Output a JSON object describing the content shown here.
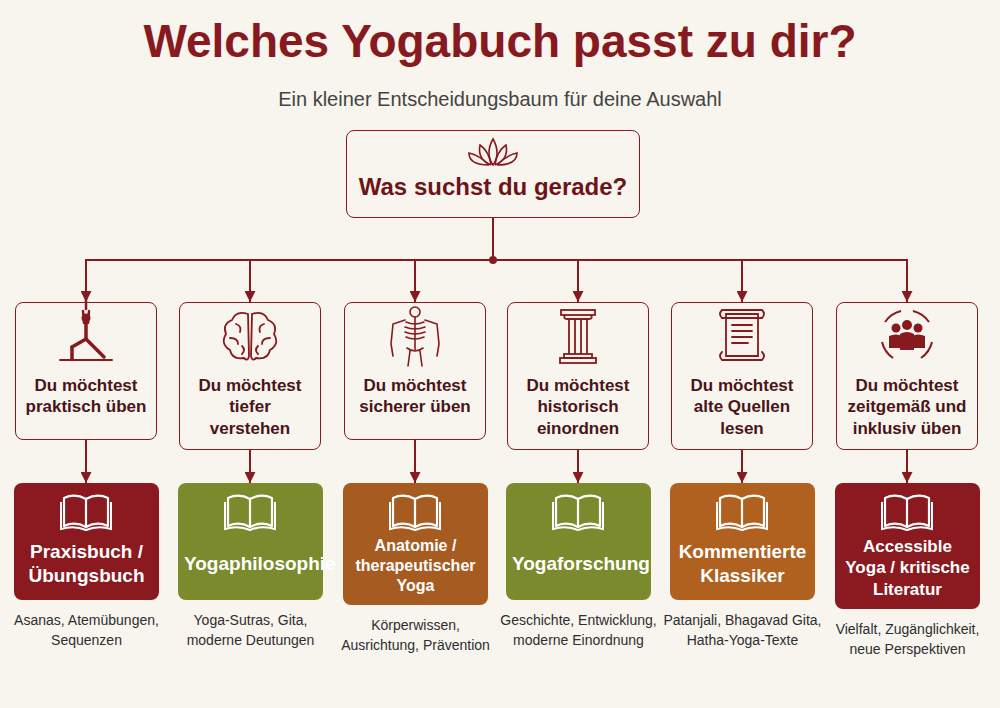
{
  "diagram": {
    "title": "Welches Yogabuch passt zu dir?",
    "nodes": [
      {
        "text": [
          "Was suchst du gerade?"
        ]
      },
      {
        "text": [
          "Du möchtest praktisch üben"
        ]
      },
      {
        "text": [
          "Du möchtest tiefer verstehen"
        ]
      },
      {
        "text": [
          "Du möchtest sicherer üben"
        ]
      },
      {
        "text": [
          "Du möchtest historisch einordnen"
        ]
      },
      {
        "text": [
          "Du möchtest alte Quellen lesen"
        ]
      },
      {
        "text": [
          "Du möchtest zeitgemäß und inklusiv üben"
        ]
      },
      {
        "text": [
          "Praxisbuch / Übungsbuch",
          "Asanas, Atemübungen, Sequenzen"
        ]
      },
      {
        "text": [
          "Yogaphilosophie",
          "Yoga-Sutras, Gita, moderne Deutungen"
        ]
      },
      {
        "text": [
          "Anatomie / therapeutischer Yoga",
          "Körperwissen, Ausrichtung, Prävention"
        ]
      },
      {
        "text": [
          "Yogaforschung",
          "Geschichte, Entwicklung, moderne Einordnung"
        ]
      },
      {
        "text": [
          "Kommentierte Klassiker",
          "Patanjali, Bhagavad Gita, Hatha-Yoga-Texte"
        ]
      },
      {
        "text": [
          "Accessible Yoga / kritische Literatur",
          "Vielfalt, Zugänglichkeit, neue Perspektiven"
        ]
      }
    ],
    "edges": [
      {
        "from": 0,
        "to": 1,
        "arrow": "to"
      },
      {
        "from": 0,
        "to": 2,
        "arrow": "to"
      },
      {
        "from": 0,
        "to": 3,
        "arrow": "to"
      },
      {
        "from": 0,
        "to": 4,
        "arrow": "to"
      },
      {
        "from": 0,
        "to": 5,
        "arrow": "to"
      },
      {
        "from": 0,
        "to": 6,
        "arrow": "to"
      },
      {
        "from": 1,
        "to": 7,
        "arrow": "to"
      },
      {
        "from": 2,
        "to": 8,
        "arrow": "to"
      },
      {
        "from": 3,
        "to": 9,
        "arrow": "to"
      },
      {
        "from": 4,
        "to": 10,
        "arrow": "to"
      },
      {
        "from": 5,
        "to": 11,
        "arrow": "to"
      },
      {
        "from": 6,
        "to": 12,
        "arrow": "to"
      }
    ],
    "labels": [
      "Ein kleiner Entscheidungsbaum für deine Auswahl"
    ]
  }
}
